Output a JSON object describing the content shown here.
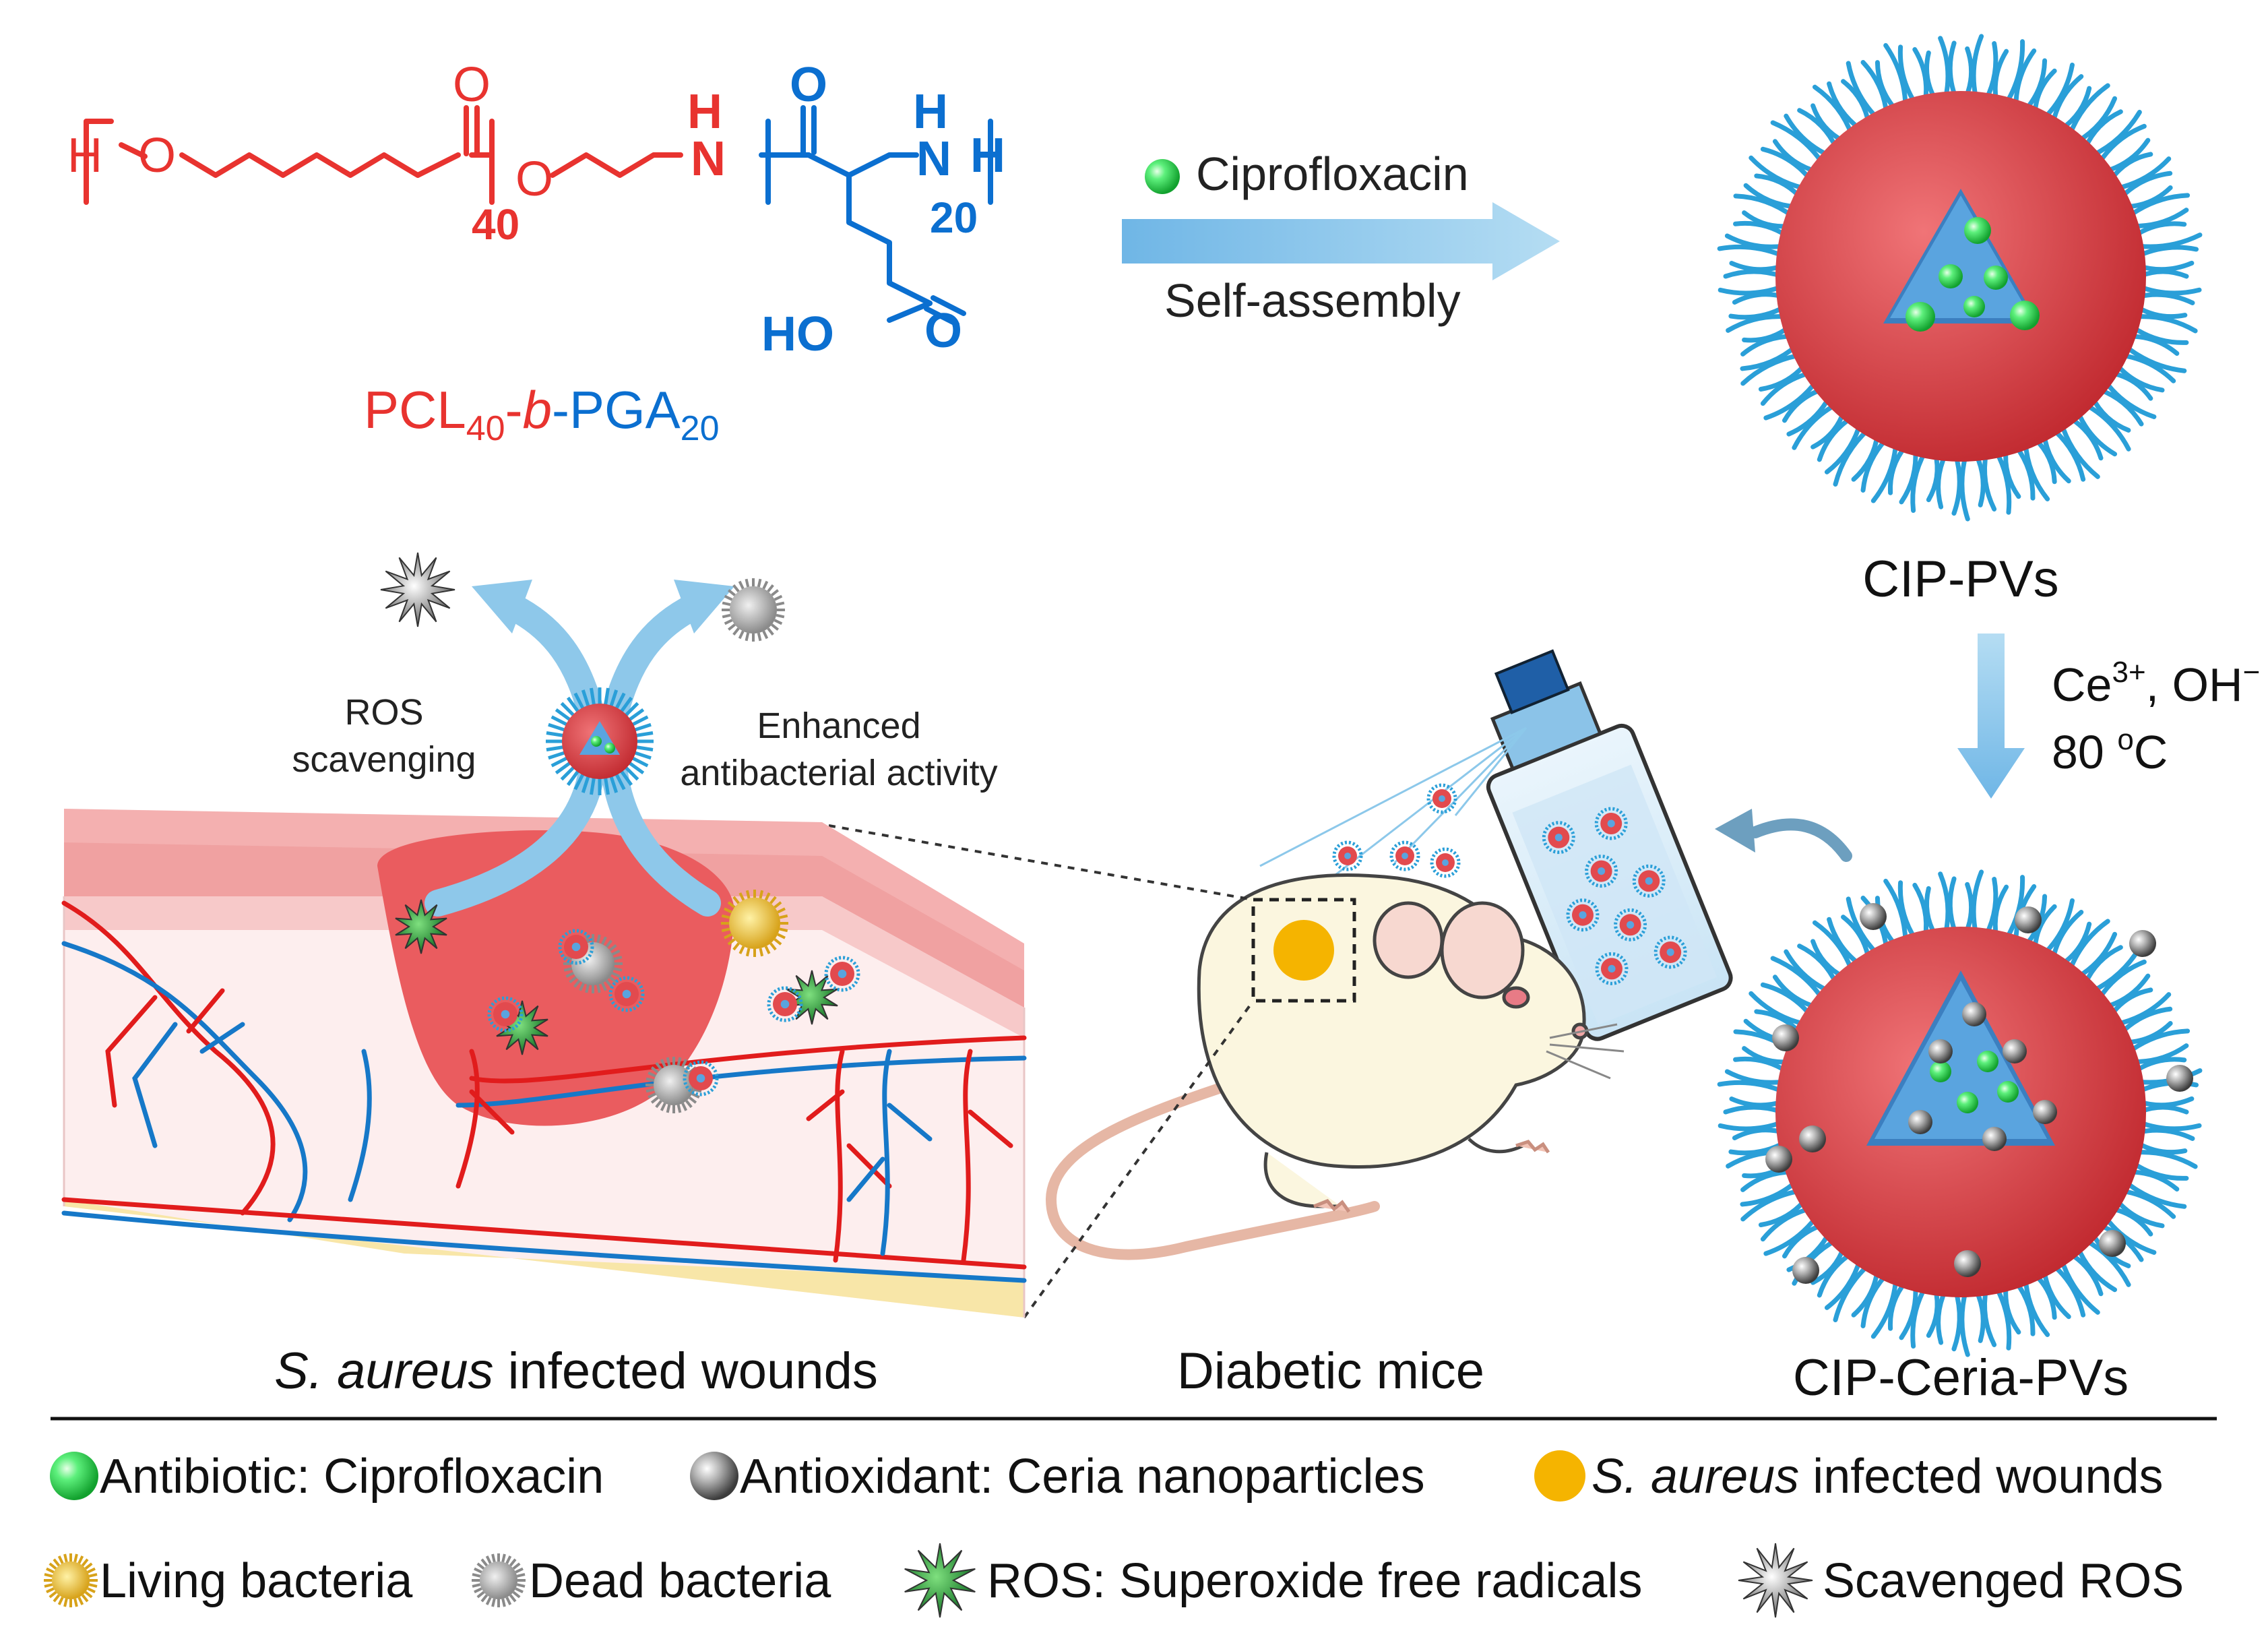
{
  "colors": {
    "pcl_red": "#e8332f",
    "pga_blue": "#0b6fd0",
    "vesicle_red": "#e24a4e",
    "brush_blue": "#2a9fd8",
    "arrow_blue": "#8ec8ea",
    "drug_green": "#34d85a",
    "ceria_gray": "#8a8a8a",
    "wound_orange": "#f5b400",
    "skin_pink": "#f4b0b0",
    "wound_red": "#ea5c5f",
    "vessel_red": "#e11c1c",
    "vessel_blue": "#1678c8",
    "fat_yellow": "#f8e6a8"
  },
  "structure": {
    "pcl": {
      "h": "H",
      "o1": "O",
      "o2": "O",
      "o3": "O",
      "n_h": "H",
      "n": "N",
      "subscript": "40"
    },
    "pga": {
      "o1": "O",
      "n_h": "H",
      "n": "N",
      "h_end": "H",
      "subscript": "20",
      "acid_oh": "HO",
      "acid_o": "O"
    },
    "name": {
      "pcl": "PCL",
      "pcl_sub": "40",
      "dash1": "-",
      "b": "b",
      "dash2": "-",
      "pga": "PGA",
      "pga_sub": "20"
    }
  },
  "step1": {
    "reagent": "Ciprofloxacin",
    "process": "Self-assembly"
  },
  "step2": {
    "reagent1_base": "Ce",
    "reagent1_sup": "3+",
    "sep": ", ",
    "reagent2_base": "OH",
    "reagent2_sup": "−",
    "temp_value": "80 ",
    "temp_sup": "o",
    "temp_unit": "C"
  },
  "labels": {
    "cip_pvs": "CIP-PVs",
    "cip_ceria_pvs": "CIP-Ceria-PVs",
    "diabetic_mice": "Diabetic mice",
    "wound_species": "S. aureus",
    "wound_suffix": " infected wounds",
    "ros_line1": "ROS",
    "ros_line2": "scavenging",
    "enh_line1": "Enhanced",
    "enh_line2": "antibacterial activity"
  },
  "legend": {
    "row1": [
      {
        "icon": "green-sphere-icon",
        "text": "Antibiotic: Ciprofloxacin"
      },
      {
        "icon": "gray-sphere-icon",
        "text": "Antioxidant: Ceria nanoparticles"
      },
      {
        "icon": "orange-dot-icon",
        "italic": "S. aureus",
        "text": " infected wounds"
      }
    ],
    "row2": [
      {
        "icon": "living-bacteria-icon",
        "text": "Living bacteria"
      },
      {
        "icon": "dead-bacteria-icon",
        "text": "Dead bacteria"
      },
      {
        "icon": "ros-star-icon",
        "text": "ROS: Superoxide free radicals"
      },
      {
        "icon": "scavenged-ros-icon",
        "text": "Scavenged ROS"
      }
    ]
  }
}
